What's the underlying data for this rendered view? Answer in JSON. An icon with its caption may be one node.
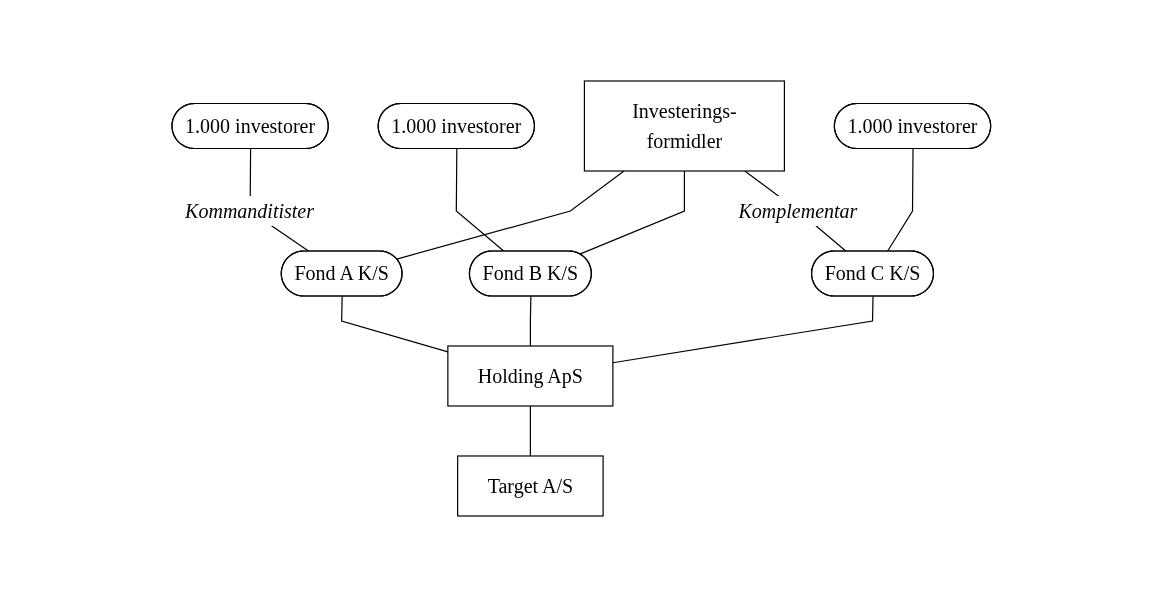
{
  "diagram": {
    "nodes": [
      {
        "text": [
          "1.000 investorer"
        ]
      },
      {
        "text": [
          "1.000 investorer"
        ]
      },
      {
        "text": [
          "1.000 investorer"
        ]
      },
      {
        "text": [
          "Investerings-formidler"
        ]
      },
      {
        "text": [
          "Fond A K/S"
        ]
      },
      {
        "text": [
          "Fond B K/S"
        ]
      },
      {
        "text": [
          "Fond C K/S"
        ]
      },
      {
        "text": [
          "Holding ApS"
        ]
      },
      {
        "text": [
          "Target A/S"
        ]
      }
    ],
    "edges": [
      {
        "from": 0,
        "to": 4,
        "arrow": "none",
        "label": "Kommanditister"
      },
      {
        "from": 1,
        "to": 5,
        "arrow": "none"
      },
      {
        "from": 2,
        "to": 6,
        "arrow": "none"
      },
      {
        "from": 3,
        "to": 4,
        "arrow": "none"
      },
      {
        "from": 3,
        "to": 5,
        "arrow": "none"
      },
      {
        "from": 3,
        "to": 6,
        "arrow": "none",
        "label": "Komplementar"
      },
      {
        "from": 4,
        "to": 7,
        "arrow": "none"
      },
      {
        "from": 5,
        "to": 7,
        "arrow": "none"
      },
      {
        "from": 6,
        "to": 7,
        "arrow": "none"
      },
      {
        "from": 7,
        "to": 8,
        "arrow": "none"
      }
    ]
  }
}
